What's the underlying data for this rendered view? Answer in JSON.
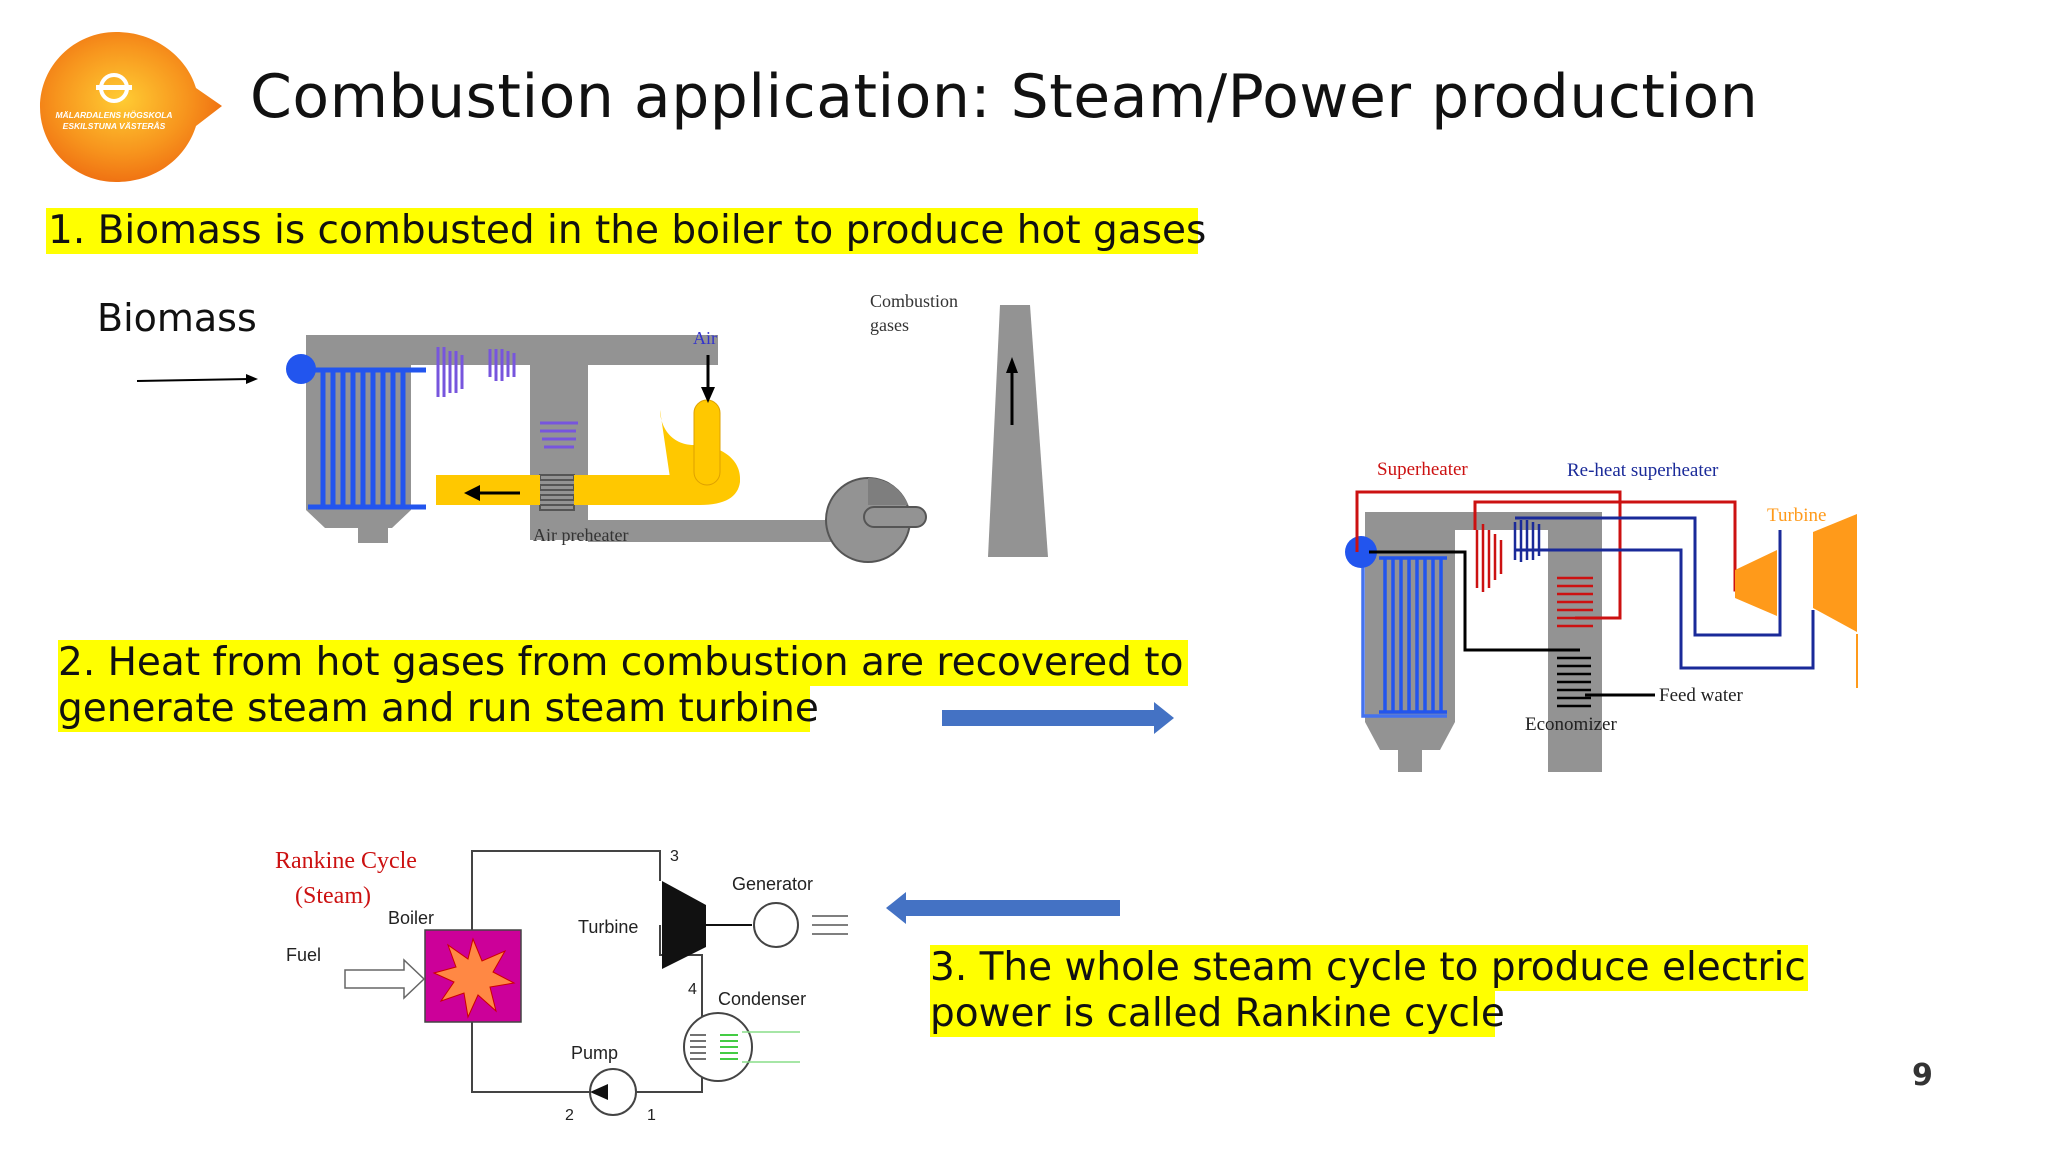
{
  "header": {
    "title": "Combustion application: Steam/Power production",
    "logo_text_line1": "MÄLARDALENS HÖGSKOLA",
    "logo_text_line2": "ESKILSTUNA VÄSTERÅS"
  },
  "steps": {
    "step1": "1. Biomass is combusted in the boiler to produce hot gases",
    "step2_line1": "2. Heat from hot gases from combustion are recovered to",
    "step2_line2": "generate steam and run steam turbine",
    "step3_line1": "3. The whole steam cycle to produce electric",
    "step3_line2": "power is called Rankine cycle"
  },
  "boiler_diagram": {
    "biomass": "Biomass",
    "air": "Air",
    "combustion_gases_line1": "Combustion",
    "combustion_gases_line2": "gases",
    "air_preheater": "Air preheater"
  },
  "steam_diagram": {
    "superheater": "Superheater",
    "reheat_superheater": "Re-heat superheater",
    "turbine": "Turbine",
    "feed_water": "Feed water",
    "economizer": "Economizer"
  },
  "rankine_diagram": {
    "title_line1": "Rankine Cycle",
    "title_line2": "(Steam)",
    "boiler": "Boiler",
    "fuel": "Fuel",
    "turbine": "Turbine",
    "generator": "Generator",
    "condenser": "Condenser",
    "pump": "Pump",
    "state1": "1",
    "state2": "2",
    "state3": "3",
    "state4": "4"
  },
  "page_number": "9",
  "colors": {
    "highlight": "#ffff00",
    "logo_orange": "#f7941d",
    "arrow_blue": "#4472c4",
    "boiler_gray": "#939393",
    "tube_blue": "#2255ee",
    "air_yellow": "#ffc800",
    "turbine_orange": "#ff9a1a",
    "superheater_red": "#cc1111",
    "reheat_blue": "#1a2a99",
    "boiler_magenta": "#cc0099"
  }
}
